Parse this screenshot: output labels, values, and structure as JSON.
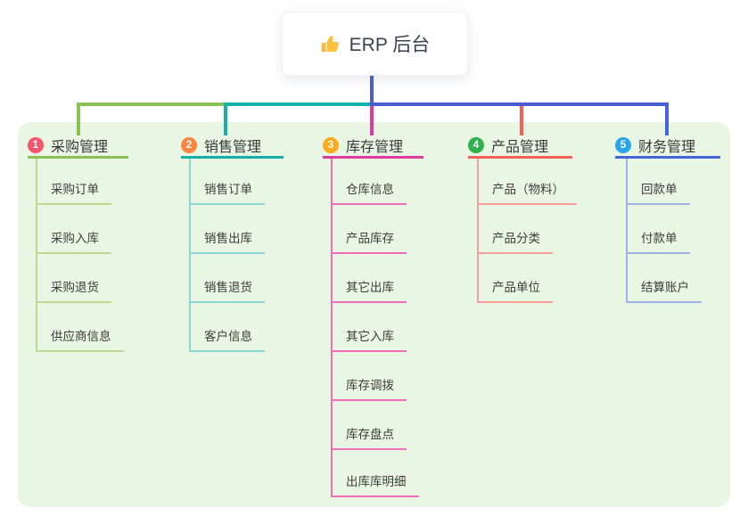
{
  "root": {
    "label": "ERP 后台",
    "icon": "thumbs-up-icon"
  },
  "canvas": {
    "background": "#e9f6e3"
  },
  "trunk_color": "#4a5ed2",
  "branches": [
    {
      "num": "1",
      "label": "采购管理",
      "badge_color": "#f4566d",
      "line_color": "#8ac054",
      "child_line_color": "#b9db92",
      "children": [
        "采购订单",
        "采购入库",
        "采购退货",
        "供应商信息"
      ]
    },
    {
      "num": "2",
      "label": "销售管理",
      "badge_color": "#f8863e",
      "line_color": "#16b2aa",
      "child_line_color": "#8bd8d1",
      "children": [
        "销售订单",
        "销售出库",
        "销售退货",
        "客户信息"
      ]
    },
    {
      "num": "3",
      "label": "库存管理",
      "badge_color": "#fbab20",
      "line_color": "#de3b9e",
      "child_line_color": "#ee6fb4",
      "children": [
        "仓库信息",
        "产品库存",
        "其它出库",
        "其它入库",
        "库存调拨",
        "库存盘点",
        "出库库明细"
      ]
    },
    {
      "num": "4",
      "label": "产品管理",
      "badge_color": "#2db24e",
      "line_color": "#f4615b",
      "child_line_color": "#f7a09b",
      "children": [
        "产品（物料）",
        "产品分类",
        "产品单位"
      ]
    },
    {
      "num": "5",
      "label": "财务管理",
      "badge_color": "#2ba5e9",
      "line_color": "#4464d9",
      "child_line_color": "#9fb3e4",
      "children": [
        "回款单",
        "付款单",
        "结算账户"
      ]
    }
  ]
}
